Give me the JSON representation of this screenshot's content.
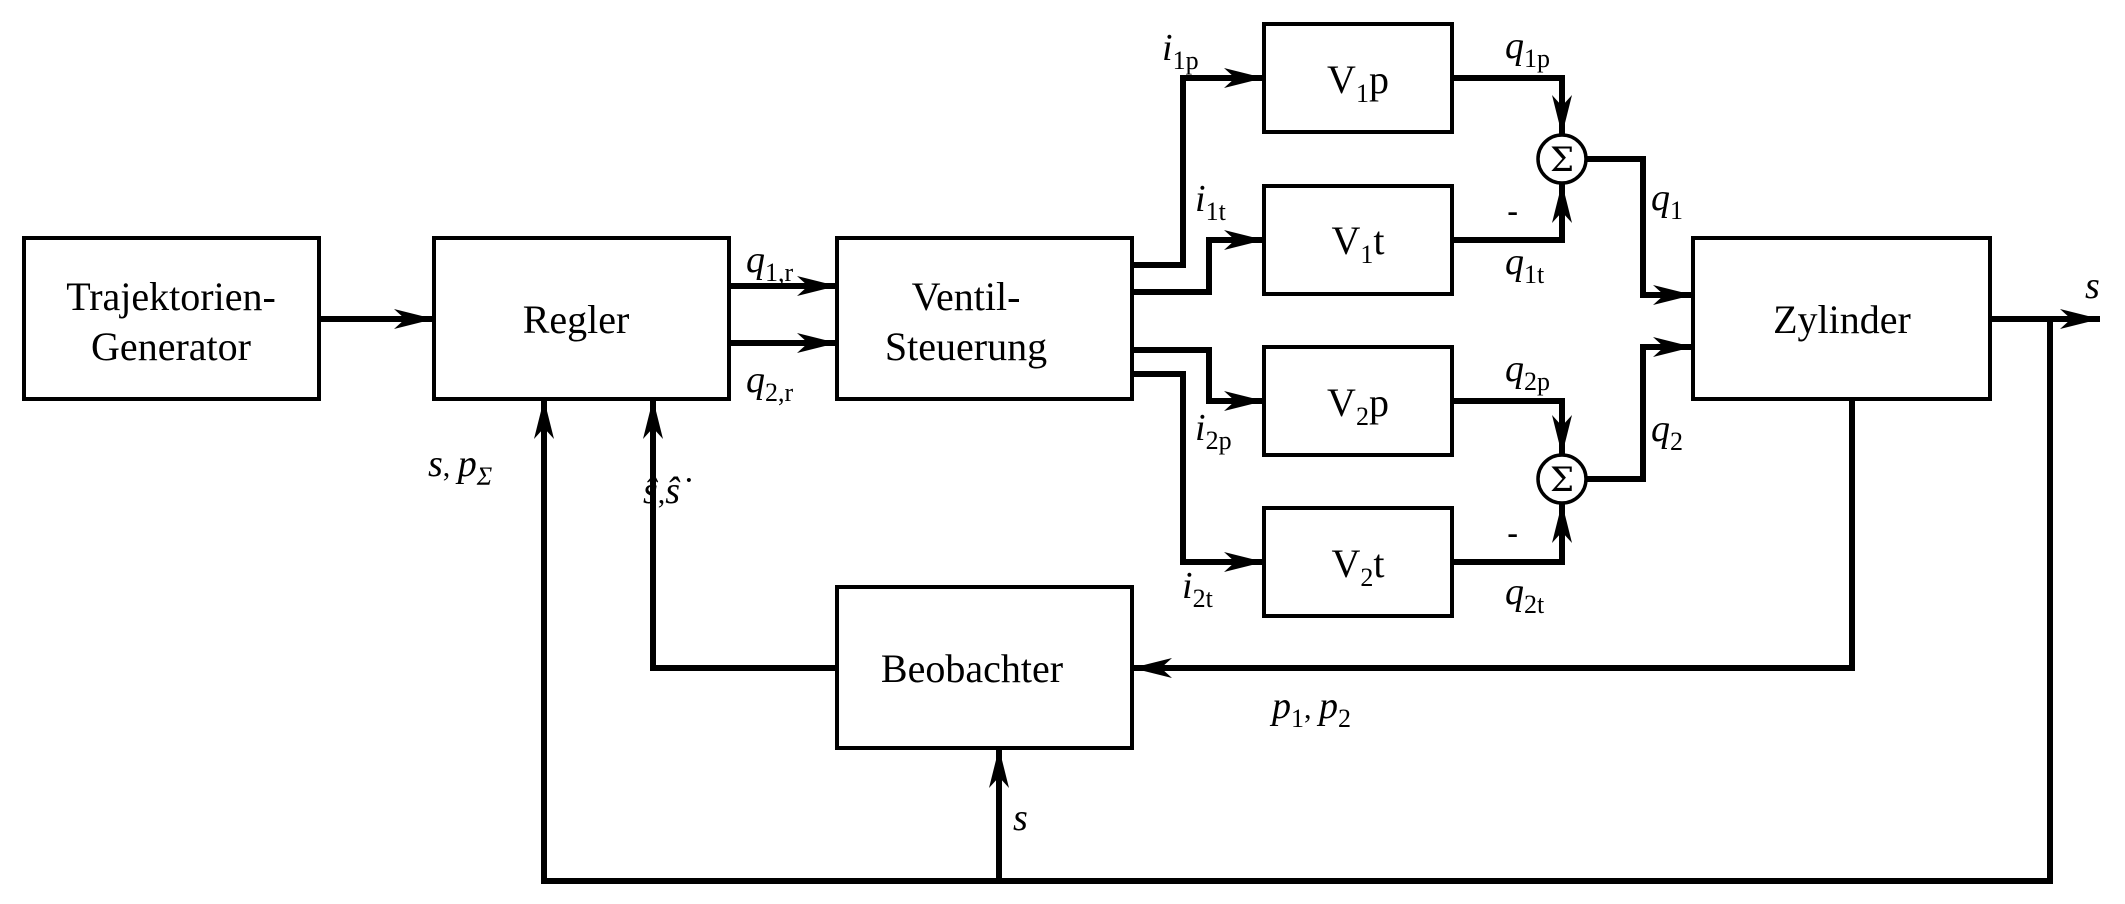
{
  "blocks": {
    "trajectory_generator": [
      "Trajektorien-",
      "Generator"
    ],
    "controller": "Regler",
    "valve_control": [
      "Ventil-",
      "Steuerung"
    ],
    "v1p": {
      "base": "V",
      "sub": "1",
      "suffix": "p"
    },
    "v1t": {
      "base": "V",
      "sub": "1",
      "suffix": "t"
    },
    "v2p": {
      "base": "V",
      "sub": "2",
      "suffix": "p"
    },
    "v2t": {
      "base": "V",
      "sub": "2",
      "suffix": "t"
    },
    "cylinder": "Zylinder",
    "observer": "Beobachter"
  },
  "summing_junctions": {
    "symbol": "Σ",
    "negative_sign": "-"
  },
  "signals": {
    "q1r": {
      "base": "q",
      "sub": "1,r"
    },
    "q2r": {
      "base": "q",
      "sub": "2,r"
    },
    "i1p": {
      "base": "i",
      "sub": "1p"
    },
    "i1t": {
      "base": "i",
      "sub": "1t"
    },
    "i2p": {
      "base": "i",
      "sub": "2p"
    },
    "i2t": {
      "base": "i",
      "sub": "2t"
    },
    "q1p": {
      "base": "q",
      "sub": "1p"
    },
    "q1t": {
      "base": "q",
      "sub": "1t"
    },
    "q2p": {
      "base": "q",
      "sub": "2p"
    },
    "q2t": {
      "base": "q",
      "sub": "2t"
    },
    "q1": {
      "base": "q",
      "sub": "1"
    },
    "q2": {
      "base": "q",
      "sub": "2"
    },
    "s_out": "s",
    "s_obs": "s",
    "s_psum": {
      "s": "s",
      "sep": ", ",
      "p": "p",
      "sub": "Σ"
    },
    "p1p2": {
      "p": "p",
      "sub1": "1",
      "sep": ", ",
      "sub2": "2"
    },
    "s_est": {
      "first": "ŝ",
      "sep": ",",
      "second": "ŝ̇"
    }
  }
}
